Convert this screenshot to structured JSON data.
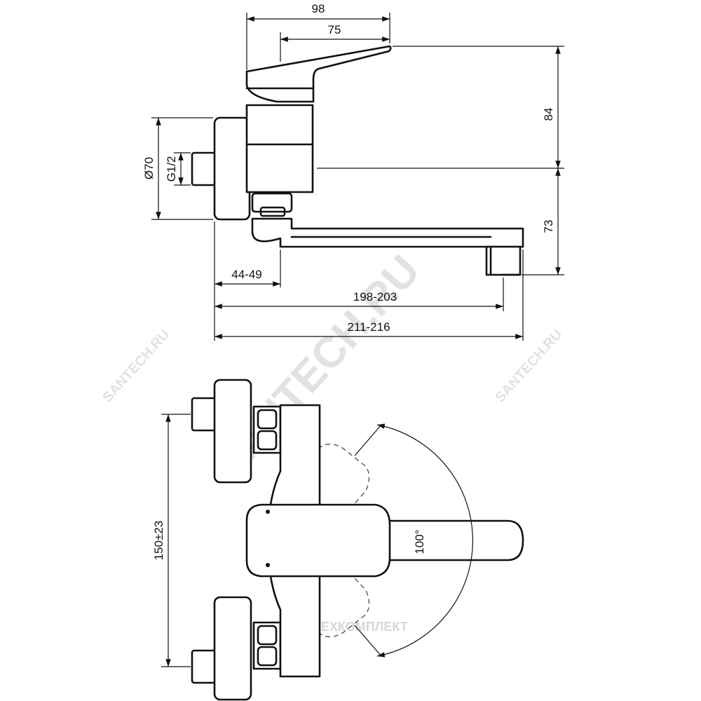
{
  "dimensions": {
    "width_98": "98",
    "width_75": "75",
    "height_84": "84",
    "height_73": "73",
    "diameter": "Ø70",
    "thread": "G1/2",
    "range_44_49": "44-49",
    "range_198_203": "198-203",
    "range_211_216": "211-216",
    "centers": "150±23",
    "angle": "100°"
  },
  "watermarks": {
    "main": "SANTECH.RU",
    "small": "SANTECH.RU",
    "footer": "© САНТЕХКОМПЛЕКТ"
  },
  "colors": {
    "line": "#111111",
    "watermark": "#e2e2e2"
  }
}
